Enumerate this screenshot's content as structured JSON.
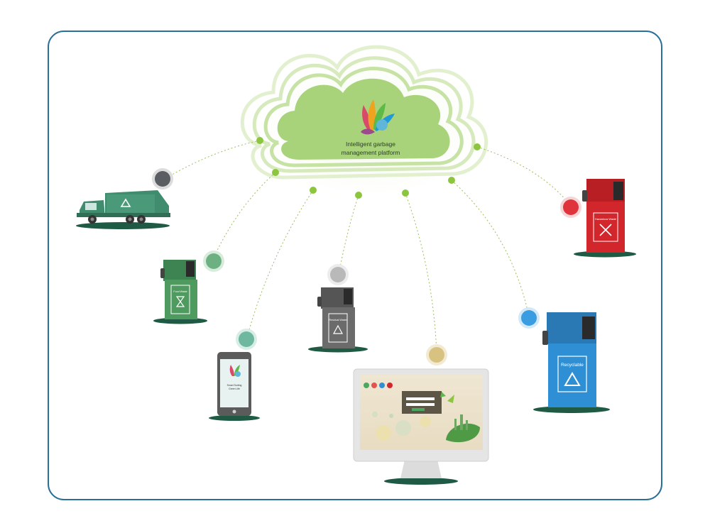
{
  "platform": {
    "line1": "Intelligent garbage",
    "line2": "management platform"
  },
  "bins": {
    "food": {
      "label": "Food Waste",
      "color": "#4f9a5f"
    },
    "residual": {
      "label": "Residual Waste",
      "color": "#6b6b6b"
    },
    "hazardous": {
      "label": "Hazardous Waste",
      "color": "#d0262c"
    },
    "recyclable": {
      "label": "Recyclable",
      "color": "#2f8fd4"
    }
  },
  "phone": {
    "line1": "Smart Sorting",
    "line2": "Green Life"
  },
  "node_colors": {
    "truck": "#5a5e62",
    "food_bin": "#6db183",
    "phone": "#6fb8a0",
    "residual_bin": "#b9b9b9",
    "monitor": "#d8c282",
    "recyclable_bin": "#3a9de2",
    "hazardous_bin": "#e0343c"
  },
  "accent": "#8cc63f",
  "frame_color": "#2a6f99"
}
